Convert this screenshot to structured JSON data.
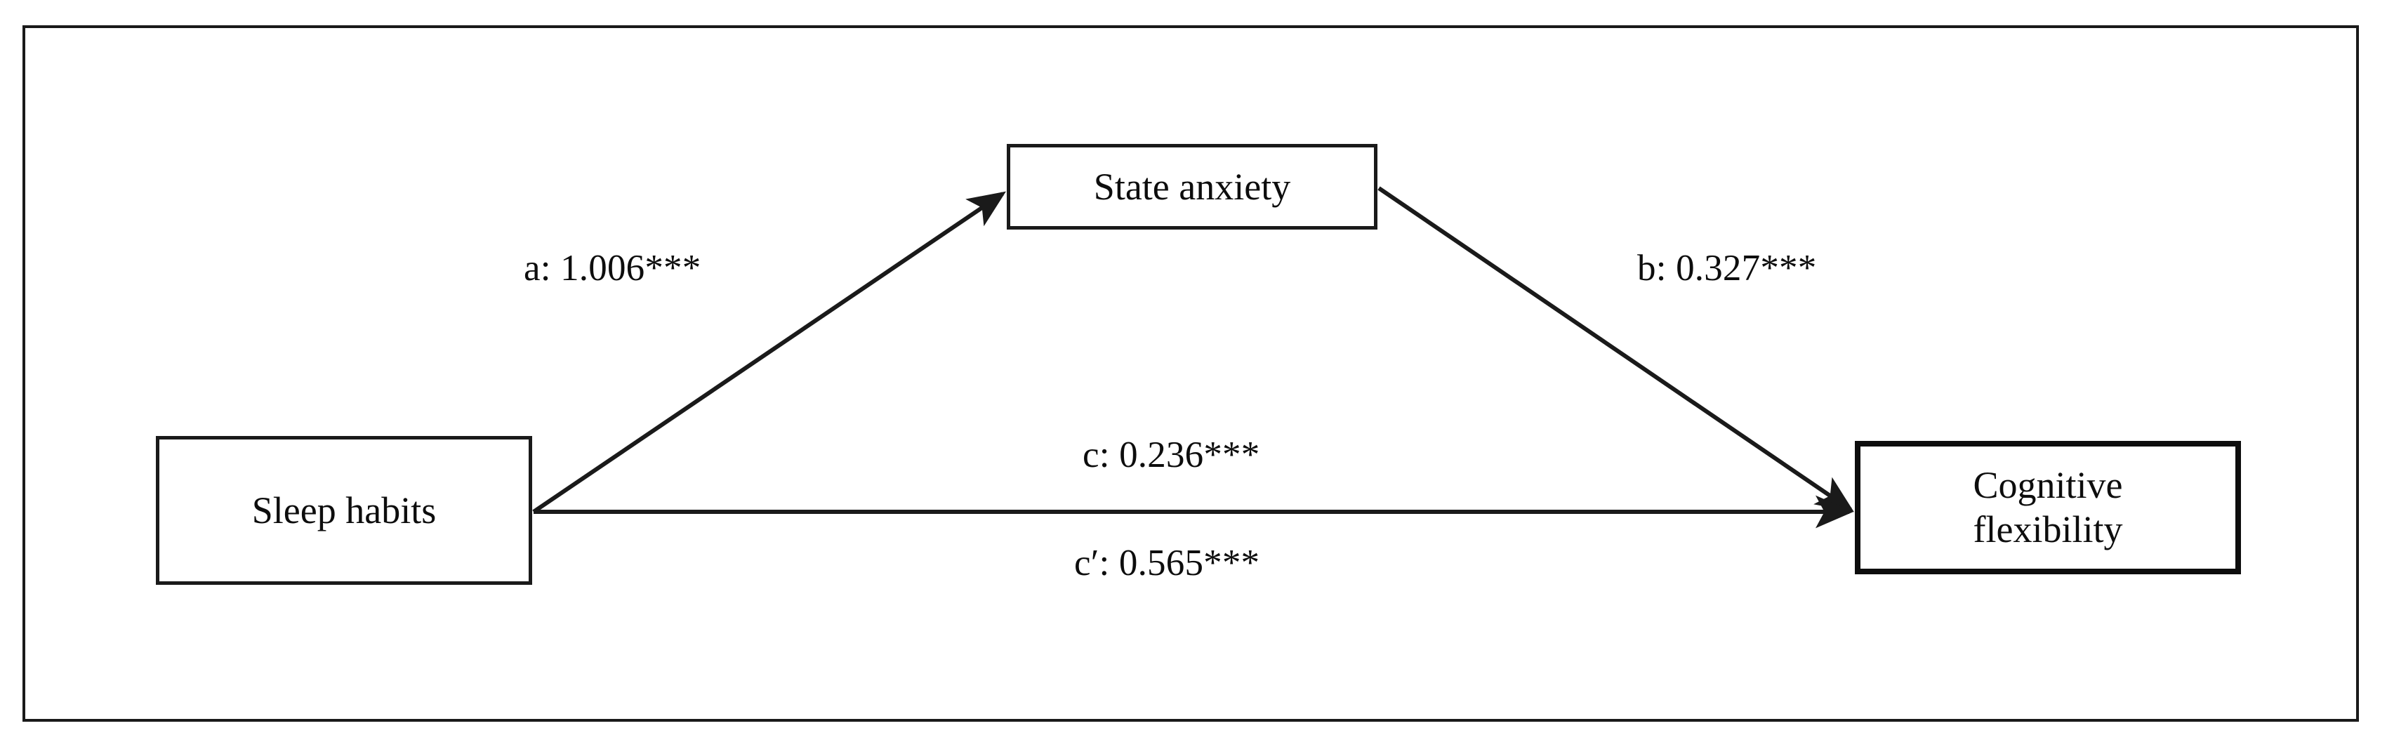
{
  "figure": {
    "type": "mediation-path-diagram",
    "border_color": "#1a1a1a",
    "background": "#ffffff",
    "text_color": "#0d0d0d"
  },
  "nodes": [
    {
      "id": "sleep",
      "label": "Sleep habits",
      "role": "predictor"
    },
    {
      "id": "anxiety",
      "label": "State anxiety",
      "role": "mediator"
    },
    {
      "id": "cogflex",
      "label": "Cognitive\nflexibility",
      "line1": "Cognitive",
      "line2": "flexibility",
      "role": "outcome"
    }
  ],
  "paths": [
    {
      "id": "a",
      "label": "a: 1.006***",
      "coefficient": 1.006,
      "significance": "***",
      "from": "sleep",
      "to": "anxiety"
    },
    {
      "id": "b",
      "label": "b: 0.327***",
      "coefficient": 0.327,
      "significance": "***",
      "from": "anxiety",
      "to": "cogflex"
    },
    {
      "id": "c",
      "label": "c: 0.236***",
      "coefficient": 0.236,
      "significance": "***",
      "from": "sleep",
      "to": "cogflex"
    },
    {
      "id": "cp",
      "label": "c′: 0.565***",
      "coefficient": 0.565,
      "significance": "***",
      "from": "sleep",
      "to": "cogflex"
    }
  ],
  "chart_data": {
    "type": "diagram",
    "title": "",
    "nodes": [
      "Sleep habits",
      "State anxiety",
      "Cognitive flexibility"
    ],
    "edges": [
      {
        "from": "Sleep habits",
        "to": "State anxiety",
        "label": "a: 1.006***",
        "value": 1.006
      },
      {
        "from": "State anxiety",
        "to": "Cognitive flexibility",
        "label": "b: 0.327***",
        "value": 0.327
      },
      {
        "from": "Sleep habits",
        "to": "Cognitive flexibility",
        "label": "c: 0.236***",
        "value": 0.236
      },
      {
        "from": "Sleep habits",
        "to": "Cognitive flexibility",
        "label": "c′: 0.565***",
        "value": 0.565
      }
    ]
  }
}
